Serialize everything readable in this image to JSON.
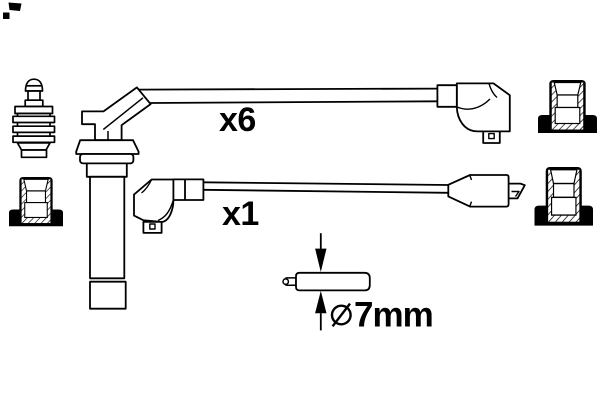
{
  "page": {
    "background_color": "#ffffff",
    "ink_color": "#000000",
    "description": "Technical line drawing of an ignition cable set"
  },
  "labels": {
    "cable_six_quantity": "x6",
    "cable_one_quantity": "x1"
  },
  "diameter_callout": {
    "symbol": "⌀",
    "value": "7mm"
  },
  "parts": {
    "spark_plug_terminal": "spark-plug-terminal",
    "angled_boot_assembly": "angled-spark-plug-boot-with-vertical-cable",
    "cable_six": "ignition-cable-x6",
    "cable_six_right_end": "elbow-distributor-boot",
    "cable_one": "ignition-cable-x1",
    "cable_one_left_end": "elbow-coil-boot",
    "cable_one_right_end": "straight-connector",
    "grommets": [
      "rubber-grommet-left",
      "rubber-grommet-top-right",
      "rubber-grommet-bottom-right"
    ],
    "cylinder": "cable-diameter-cross-section"
  }
}
